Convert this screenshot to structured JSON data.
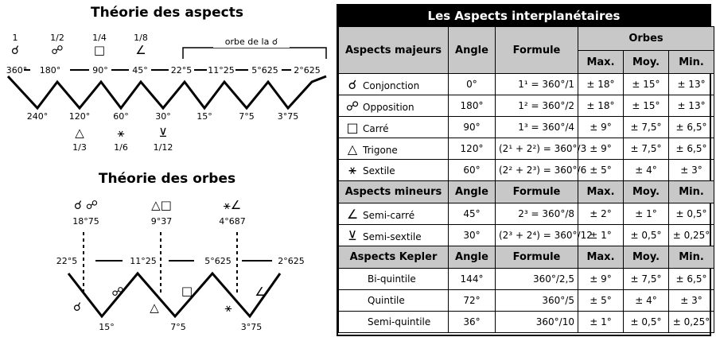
{
  "aspects_theory": {
    "title": "Théorie des aspects",
    "fractions_top": [
      "1",
      "1/2",
      "1/4",
      "1/8"
    ],
    "glyphs_top": [
      "☌",
      "☍",
      "□",
      "∠"
    ],
    "orb_note": "orbe de la ☌",
    "upper_labels": [
      "360°",
      "180°",
      "90°",
      "45°",
      "22°5",
      "11°25",
      "5°625",
      "2°625"
    ],
    "lower_labels": [
      "240°",
      "120°",
      "60°",
      "30°",
      "15°",
      "7°5",
      "3°75"
    ],
    "glyphs_bottom": [
      "△",
      "⚹",
      "⊻"
    ],
    "fractions_bottom": [
      "1/3",
      "1/6",
      "1/12"
    ]
  },
  "orbs_theory": {
    "title": "Théorie des orbes",
    "groups": [
      {
        "glyphs": "☌ ☍",
        "value": "18°75"
      },
      {
        "glyphs": "△□",
        "value": "9°37"
      },
      {
        "glyphs": "⚹∠",
        "value": "4°687"
      }
    ],
    "upper_labels": [
      "22°5",
      "11°25",
      "5°625",
      "2°625"
    ],
    "lower_labels": [
      "15°",
      "7°5",
      "3°75"
    ],
    "zigzag_glyphs": [
      "☌",
      "☍",
      "△",
      "□",
      "⚹",
      "∠"
    ]
  },
  "table": {
    "title": "Les Aspects interplanétaires",
    "orbs_header": "Orbes",
    "col_angle": "Angle",
    "col_formula": "Formule",
    "col_max": "Max.",
    "col_moy": "Moy.",
    "col_min": "Min.",
    "sections": [
      {
        "title": "Aspects majeurs",
        "rows": [
          {
            "glyph": "☌",
            "name": "Conjonction",
            "angle": "0°",
            "formula": "1¹ = 360°/1",
            "max": "± 18°",
            "moy": "± 15°",
            "min": "± 13°"
          },
          {
            "glyph": "☍",
            "name": "Opposition",
            "angle": "180°",
            "formula": "1² = 360°/2",
            "max": "± 18°",
            "moy": "± 15°",
            "min": "± 13°"
          },
          {
            "glyph": "□",
            "name": "Carré",
            "angle": "90°",
            "formula": "1³ = 360°/4",
            "max": "± 9°",
            "moy": "± 7,5°",
            "min": "± 6,5°"
          },
          {
            "glyph": "△",
            "name": "Trigone",
            "angle": "120°",
            "formula": "(2¹ + 2²) = 360°/3",
            "max": "± 9°",
            "moy": "± 7,5°",
            "min": "± 6,5°"
          },
          {
            "glyph": "⚹",
            "name": "Sextile",
            "angle": "60°",
            "formula": "(2² + 2³) = 360°/6",
            "max": "± 5°",
            "moy": "± 4°",
            "min": "± 3°"
          }
        ]
      },
      {
        "title": "Aspects mineurs",
        "rows": [
          {
            "glyph": "∠",
            "name": "Semi-carré",
            "angle": "45°",
            "formula": "2³ = 360°/8",
            "max": "± 2°",
            "moy": "± 1°",
            "min": "± 0,5°"
          },
          {
            "glyph": "⊻",
            "name": "Semi-sextile",
            "angle": "30°",
            "formula": "(2³ + 2⁴) = 360°/12",
            "max": "± 1°",
            "moy": "± 0,5°",
            "min": "± 0,25°"
          }
        ]
      },
      {
        "title": "Aspects Kepler",
        "rows": [
          {
            "glyph": "",
            "name": "Bi-quintile",
            "angle": "144°",
            "formula": "360°/2,5",
            "max": "± 9°",
            "moy": "± 7,5°",
            "min": "± 6,5°"
          },
          {
            "glyph": "",
            "name": "Quintile",
            "angle": "72°",
            "formula": "360°/5",
            "max": "± 5°",
            "moy": "± 4°",
            "min": "± 3°"
          },
          {
            "glyph": "",
            "name": "Semi-quintile",
            "angle": "36°",
            "formula": "360°/10",
            "max": "± 1°",
            "moy": "± 0,5°",
            "min": "± 0,25°"
          }
        ]
      }
    ]
  }
}
